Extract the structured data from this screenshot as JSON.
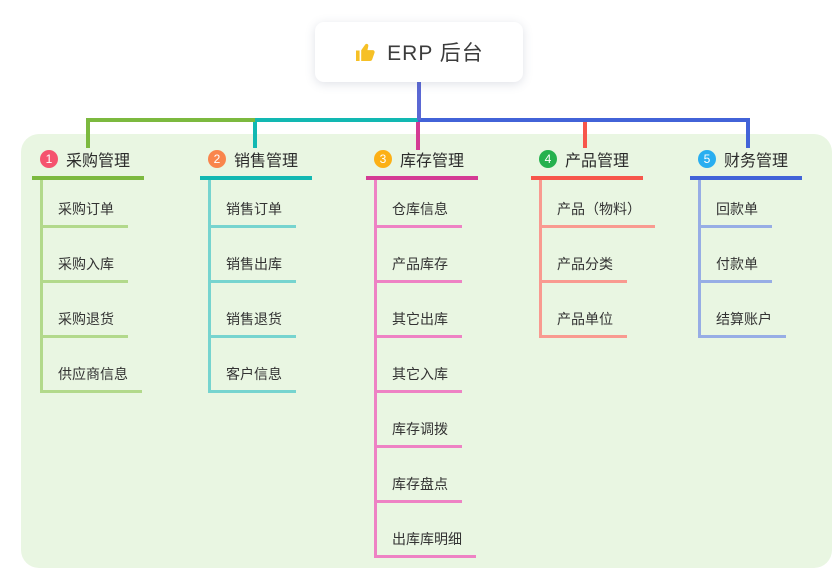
{
  "root": {
    "title": "ERP 后台",
    "icon": "thumbs-up-icon",
    "connector_color": "#5b68d4",
    "card_background": "#ffffff"
  },
  "panel": {
    "background": "#e9f6e2"
  },
  "branches": [
    {
      "badge": "1",
      "badge_color": "#f5536e",
      "color": "#7cb93f",
      "light_color": "#b2d98b",
      "label": "采购管理",
      "children": [
        "采购订单",
        "采购入库",
        "采购退货",
        "供应商信息"
      ]
    },
    {
      "badge": "2",
      "badge_color": "#f9854c",
      "color": "#12b8b2",
      "light_color": "#76d4cf",
      "label": "销售管理",
      "children": [
        "销售订单",
        "销售出库",
        "销售退货",
        "客户信息"
      ]
    },
    {
      "badge": "3",
      "badge_color": "#fcb015",
      "color": "#d43b94",
      "light_color": "#ee82c4",
      "label": "库存管理",
      "children": [
        "仓库信息",
        "产品库存",
        "其它出库",
        "其它入库",
        "库存调拨",
        "库存盘点",
        "出库库明细"
      ]
    },
    {
      "badge": "4",
      "badge_color": "#25b14e",
      "color": "#f7564b",
      "light_color": "#f99a90",
      "label": "产品管理",
      "children": [
        "产品（物料）",
        "产品分类",
        "产品单位"
      ]
    },
    {
      "badge": "5",
      "badge_color": "#29aef0",
      "color": "#4263d8",
      "light_color": "#97ade5",
      "label": "财务管理",
      "children": [
        "回款单",
        "付款单",
        "结算账户"
      ]
    }
  ]
}
